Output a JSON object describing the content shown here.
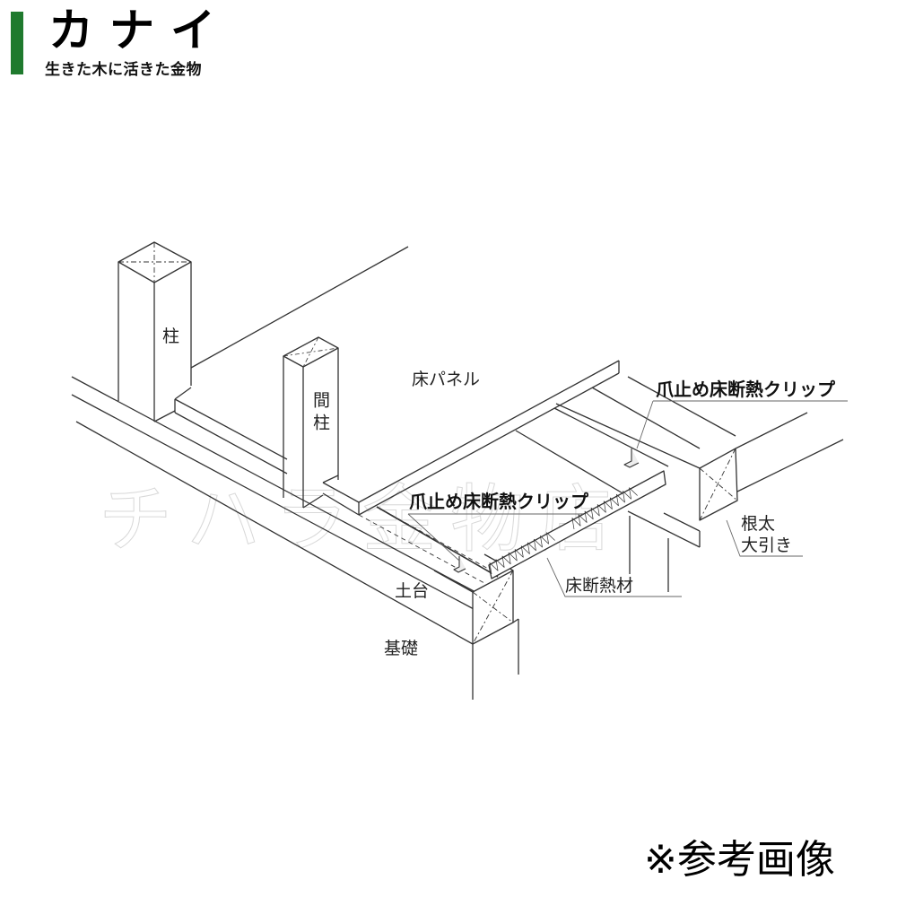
{
  "brand": {
    "name": "カナイ",
    "tagline": "生きた木に活きた金物",
    "accent_color": "#1f7a2e"
  },
  "diagram": {
    "labels": {
      "post": "柱",
      "stud_post": "間柱",
      "floor_panel": "床パネル",
      "clip_upper": "爪止め床断熱クリップ",
      "clip_lower": "爪止め床断熱クリップ",
      "joist": "根太",
      "girder": "大引き",
      "insulation": "床断熱材",
      "sill": "土台",
      "foundation": "基礎"
    },
    "watermark": "チハラ金物店"
  },
  "footer": {
    "note": "※参考画像"
  }
}
